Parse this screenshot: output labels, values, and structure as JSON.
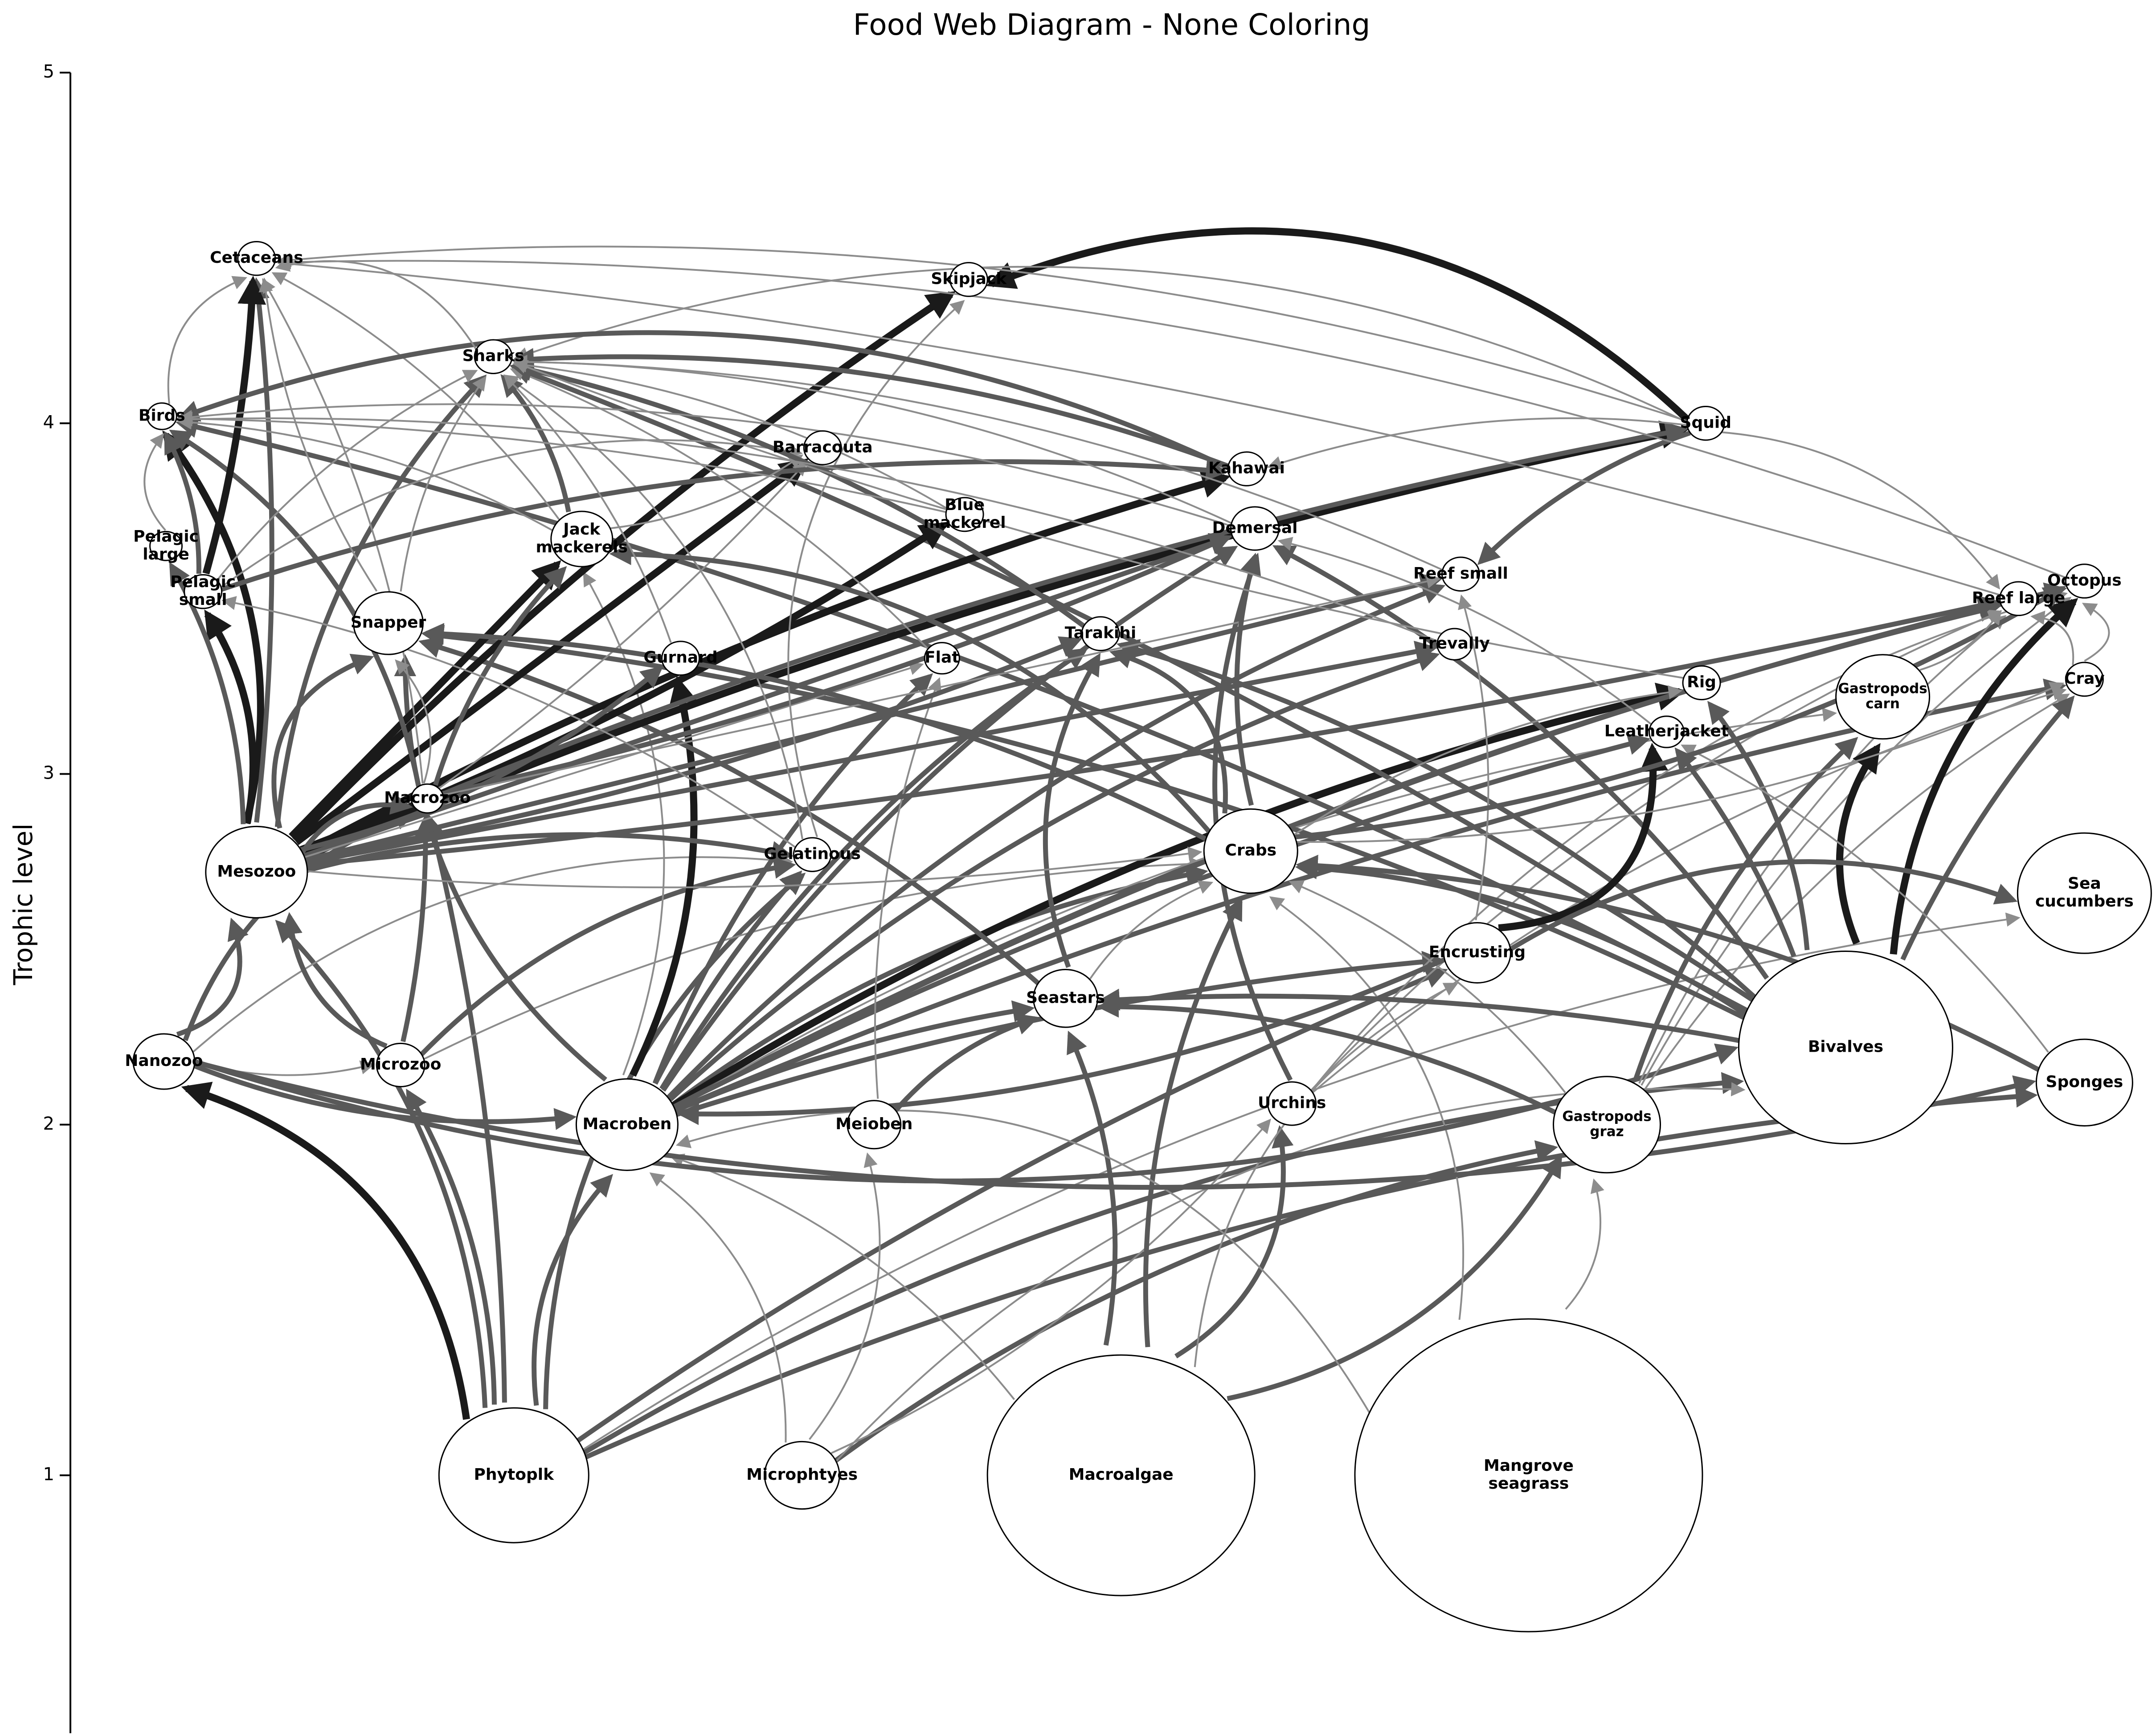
{
  "title": "Food Web Diagram - None Coloring",
  "y_axis": {
    "label": "Trophic level",
    "ticks": [
      "1",
      "2",
      "3",
      "4",
      "5"
    ],
    "tick_values": [
      1,
      2,
      3,
      4,
      5
    ],
    "range": [
      0.25,
      5
    ]
  },
  "edge_colors": {
    "heavy": "#1a1a1a",
    "medium": "#595959",
    "light": "#8c8c8c"
  },
  "nodes": [
    {
      "id": "phytoplk",
      "lines": [
        "Phytoplk"
      ],
      "tl": 1.0,
      "xpos": 0.215,
      "size": 0.56
    },
    {
      "id": "microphytes",
      "lines": [
        "Microphtyes"
      ],
      "tl": 1.0,
      "xpos": 0.355,
      "size": 0.28
    },
    {
      "id": "macroalgae",
      "lines": [
        "Macroalgae"
      ],
      "tl": 1.0,
      "xpos": 0.51,
      "size": 1.0
    },
    {
      "id": "mangrove",
      "lines": [
        "Mangrove",
        "seagrass"
      ],
      "tl": 1.0,
      "xpos": 0.708,
      "size": 1.3
    },
    {
      "id": "nanozoo",
      "lines": [
        "Nanozoo"
      ],
      "tl": 2.18,
      "xpos": 0.045,
      "size": 0.23
    },
    {
      "id": "microzoo",
      "lines": [
        "Microzoo"
      ],
      "tl": 2.17,
      "xpos": 0.16,
      "size": 0.18
    },
    {
      "id": "macroben",
      "lines": [
        "Macroben"
      ],
      "tl": 2.0,
      "xpos": 0.27,
      "size": 0.38
    },
    {
      "id": "meioben",
      "lines": [
        "Meioben"
      ],
      "tl": 2.0,
      "xpos": 0.39,
      "size": 0.2
    },
    {
      "id": "urchins",
      "lines": [
        "Urchins"
      ],
      "tl": 2.06,
      "xpos": 0.593,
      "size": 0.18
    },
    {
      "id": "gastro_graz",
      "lines": [
        "Gastropods",
        "graz"
      ],
      "tl": 2.0,
      "xpos": 0.746,
      "size": 0.4,
      "small": true
    },
    {
      "id": "bivalves",
      "lines": [
        "Bivalves"
      ],
      "tl": 2.22,
      "xpos": 0.862,
      "size": 0.8
    },
    {
      "id": "sponges",
      "lines": [
        "Sponges"
      ],
      "tl": 2.12,
      "xpos": 0.978,
      "size": 0.36,
      "small": false
    },
    {
      "id": "seastars",
      "lines": [
        "Seastars"
      ],
      "tl": 2.36,
      "xpos": 0.483,
      "size": 0.24
    },
    {
      "id": "encrusting",
      "lines": [
        "Encrusting"
      ],
      "tl": 2.49,
      "xpos": 0.683,
      "size": 0.25
    },
    {
      "id": "sea_cucumbers",
      "lines": [
        "Sea",
        "cucumbers"
      ],
      "tl": 2.66,
      "xpos": 0.978,
      "size": 0.5
    },
    {
      "id": "mesozoo",
      "lines": [
        "Mesozoo"
      ],
      "tl": 2.72,
      "xpos": 0.09,
      "size": 0.38
    },
    {
      "id": "gelatinous",
      "lines": [
        "Gelatinous"
      ],
      "tl": 2.77,
      "xpos": 0.36,
      "size": 0.14
    },
    {
      "id": "crabs",
      "lines": [
        "Crabs"
      ],
      "tl": 2.78,
      "xpos": 0.573,
      "size": 0.35
    },
    {
      "id": "macrozoo",
      "lines": [
        "Macrozoo"
      ],
      "tl": 2.93,
      "xpos": 0.173,
      "size": 0.12
    },
    {
      "id": "leatherjacket",
      "lines": [
        "Leatherjacket"
      ],
      "tl": 3.12,
      "xpos": 0.775,
      "size": 0.13
    },
    {
      "id": "gastro_carn",
      "lines": [
        "Gastropods",
        "carn"
      ],
      "tl": 3.22,
      "xpos": 0.88,
      "size": 0.35,
      "small": true
    },
    {
      "id": "rig",
      "lines": [
        "Rig"
      ],
      "tl": 3.26,
      "xpos": 0.792,
      "size": 0.14
    },
    {
      "id": "cray",
      "lines": [
        "Cray"
      ],
      "tl": 3.27,
      "xpos": 0.978,
      "size": 0.14
    },
    {
      "id": "gurnard",
      "lines": [
        "Gurnard"
      ],
      "tl": 3.33,
      "xpos": 0.296,
      "size": 0.14
    },
    {
      "id": "flat",
      "lines": [
        "Flat"
      ],
      "tl": 3.33,
      "xpos": 0.423,
      "size": 0.13
    },
    {
      "id": "trevally",
      "lines": [
        "Trevally"
      ],
      "tl": 3.37,
      "xpos": 0.672,
      "size": 0.13
    },
    {
      "id": "snapper",
      "lines": [
        "Snapper"
      ],
      "tl": 3.43,
      "xpos": 0.154,
      "size": 0.26
    },
    {
      "id": "tarakihi",
      "lines": [
        "Tarakihi"
      ],
      "tl": 3.4,
      "xpos": 0.5,
      "size": 0.14
    },
    {
      "id": "reef_large",
      "lines": [
        "Reef large"
      ],
      "tl": 3.5,
      "xpos": 0.946,
      "size": 0.14
    },
    {
      "id": "octopus",
      "lines": [
        "Octopus"
      ],
      "tl": 3.55,
      "xpos": 0.978,
      "size": 0.14
    },
    {
      "id": "pelagic_small",
      "lines": [
        "Pelagic",
        "small"
      ],
      "tl": 3.52,
      "xpos": 0.064,
      "size": 0.14
    },
    {
      "id": "pelagic_large",
      "lines": [
        "Pelagic",
        "large"
      ],
      "tl": 3.65,
      "xpos": 0.046,
      "size": 0.12
    },
    {
      "id": "reef_small",
      "lines": [
        "Reef small"
      ],
      "tl": 3.57,
      "xpos": 0.675,
      "size": 0.14
    },
    {
      "id": "jack_mackerels",
      "lines": [
        "Jack",
        "mackerels"
      ],
      "tl": 3.67,
      "xpos": 0.248,
      "size": 0.23
    },
    {
      "id": "demersal",
      "lines": [
        "Demersal"
      ],
      "tl": 3.7,
      "xpos": 0.575,
      "size": 0.18
    },
    {
      "id": "blue_mackerel",
      "lines": [
        "Blue",
        "mackerel"
      ],
      "tl": 3.74,
      "xpos": 0.434,
      "size": 0.14
    },
    {
      "id": "kahawai",
      "lines": [
        "Kahawai"
      ],
      "tl": 3.87,
      "xpos": 0.571,
      "size": 0.14
    },
    {
      "id": "barracouta",
      "lines": [
        "Barracouta"
      ],
      "tl": 3.93,
      "xpos": 0.365,
      "size": 0.14
    },
    {
      "id": "birds",
      "lines": [
        "Birds"
      ],
      "tl": 4.02,
      "xpos": 0.044,
      "size": 0.11
    },
    {
      "id": "squid",
      "lines": [
        "Squid"
      ],
      "tl": 4.0,
      "xpos": 0.794,
      "size": 0.14
    },
    {
      "id": "sharks",
      "lines": [
        "Sharks"
      ],
      "tl": 4.19,
      "xpos": 0.205,
      "size": 0.14
    },
    {
      "id": "skipjack",
      "lines": [
        "Skipjack"
      ],
      "tl": 4.41,
      "xpos": 0.436,
      "size": 0.14
    },
    {
      "id": "cetaceans",
      "lines": [
        "Cetaceans"
      ],
      "tl": 4.47,
      "xpos": 0.09,
      "size": 0.14
    }
  ],
  "edges": [
    [
      "phytoplk",
      "nanozoo",
      3,
      0.25
    ],
    [
      "phytoplk",
      "microzoo",
      2,
      0.1
    ],
    [
      "phytoplk",
      "mesozoo",
      2,
      0.15
    ],
    [
      "phytoplk",
      "macroben",
      2,
      -0.15
    ],
    [
      "phytoplk",
      "gelatinous",
      2,
      -0.2
    ],
    [
      "phytoplk",
      "bivalves",
      2,
      -0.1
    ],
    [
      "phytoplk",
      "sponges",
      2,
      -0.08
    ],
    [
      "phytoplk",
      "encrusting",
      2,
      -0.05
    ],
    [
      "phytoplk",
      "macrozoo",
      2,
      0.05
    ],
    [
      "phytoplk",
      "sea_cucumbers",
      1,
      -0.1
    ],
    [
      "microphytes",
      "macroben",
      1,
      0.2
    ],
    [
      "microphytes",
      "gastro_graz",
      2,
      -0.1
    ],
    [
      "microphytes",
      "urchins",
      1,
      0.1
    ],
    [
      "microphytes",
      "bivalves",
      1,
      -0.2
    ],
    [
      "microphytes",
      "meioben",
      1,
      0.2
    ],
    [
      "macroalgae",
      "urchins",
      2,
      0.2
    ],
    [
      "macroalgae",
      "gastro_graz",
      2,
      0.15
    ],
    [
      "macroalgae",
      "crabs",
      2,
      -0.1
    ],
    [
      "macroalgae",
      "seastars",
      2,
      0.1
    ],
    [
      "macroalgae",
      "macroben",
      1,
      0.1
    ],
    [
      "macroalgae",
      "encrusting",
      1,
      -0.2
    ],
    [
      "mangrove",
      "macroben",
      1,
      0.3
    ],
    [
      "mangrove",
      "crabs",
      1,
      0.2
    ],
    [
      "mangrove",
      "gastro_graz",
      1,
      0.1
    ],
    [
      "nanozoo",
      "mesozoo",
      2,
      0.3
    ],
    [
      "nanozoo",
      "microzoo",
      1,
      0.1
    ],
    [
      "nanozoo",
      "macrozoo",
      2,
      -0.2
    ],
    [
      "nanozoo",
      "gelatinous",
      1,
      -0.2
    ],
    [
      "nanozoo",
      "bivalves",
      2,
      0.15
    ],
    [
      "nanozoo",
      "macroben",
      2,
      0.1
    ],
    [
      "nanozoo",
      "sponges",
      2,
      0.12
    ],
    [
      "microzoo",
      "mesozoo",
      2,
      -0.2
    ],
    [
      "microzoo",
      "gelatinous",
      2,
      -0.15
    ],
    [
      "microzoo",
      "macrozoo",
      2,
      0.05
    ],
    [
      "microzoo",
      "crabs",
      1,
      -0.1
    ],
    [
      "macroben",
      "gurnard",
      3,
      0.15
    ],
    [
      "macroben",
      "flat",
      2,
      -0.1
    ],
    [
      "macroben",
      "tarakihi",
      2,
      -0.1
    ],
    [
      "macroben",
      "crabs",
      2,
      -0.1
    ],
    [
      "macroben",
      "seastars",
      2,
      -0.05
    ],
    [
      "macroben",
      "snapper",
      2,
      -0.2
    ],
    [
      "macroben",
      "demersal",
      2,
      -0.1
    ],
    [
      "macroben",
      "reef_small",
      2,
      -0.1
    ],
    [
      "macroben",
      "rig",
      3,
      -0.08
    ],
    [
      "macroben",
      "trevally",
      2,
      -0.1
    ],
    [
      "macroben",
      "octopus",
      2,
      -0.06
    ],
    [
      "macroben",
      "reef_large",
      2,
      -0.06
    ],
    [
      "macroben",
      "cray",
      2,
      -0.05
    ],
    [
      "macroben",
      "gastro_carn",
      1,
      -0.1
    ],
    [
      "macroben",
      "leatherjacket",
      2,
      -0.05
    ],
    [
      "macroben",
      "gelatinous",
      2,
      -0.05
    ],
    [
      "macroben",
      "jack_mackerels",
      1,
      0.2
    ],
    [
      "macroben",
      "encrusting",
      2,
      -0.05
    ],
    [
      "meioben",
      "seastars",
      2,
      -0.1
    ],
    [
      "meioben",
      "flat",
      1,
      -0.1
    ],
    [
      "urchins",
      "demersal",
      2,
      -0.2
    ],
    [
      "urchins",
      "reef_large",
      1,
      -0.1
    ],
    [
      "urchins",
      "cray",
      1,
      -0.1
    ],
    [
      "urchins",
      "octopus",
      1,
      -0.15
    ],
    [
      "gastro_graz",
      "gastro_carn",
      2,
      -0.1
    ],
    [
      "gastro_graz",
      "octopus",
      1,
      -0.1
    ],
    [
      "gastro_graz",
      "cray",
      1,
      -0.1
    ],
    [
      "gastro_graz",
      "seastars",
      2,
      0.1
    ],
    [
      "gastro_graz",
      "reef_large",
      1,
      -0.1
    ],
    [
      "gastro_graz",
      "crabs",
      1,
      0.1
    ],
    [
      "bivalves",
      "gastro_carn",
      3,
      -0.15
    ],
    [
      "bivalves",
      "octopus",
      3,
      -0.15
    ],
    [
      "bivalves",
      "seastars",
      2,
      0.05
    ],
    [
      "bivalves",
      "crabs",
      2,
      0.1
    ],
    [
      "bivalves",
      "rig",
      2,
      0.1
    ],
    [
      "bivalves",
      "snapper",
      2,
      0.08
    ],
    [
      "bivalves",
      "cray",
      2,
      -0.05
    ],
    [
      "bivalves",
      "tarakihi",
      2,
      0.1
    ],
    [
      "bivalves",
      "demersal",
      2,
      0.1
    ],
    [
      "bivalves",
      "sharks",
      2,
      0.05
    ],
    [
      "bivalves",
      "leatherjacket",
      2,
      0.05
    ],
    [
      "bivalves",
      "birds",
      2,
      0.06
    ],
    [
      "sponges",
      "leatherjacket",
      1,
      0.1
    ],
    [
      "sponges",
      "crabs",
      2,
      0.1
    ],
    [
      "seastars",
      "tarakihi",
      2,
      -0.2
    ],
    [
      "seastars",
      "snapper",
      2,
      0.1
    ],
    [
      "seastars",
      "crabs",
      1,
      -0.1
    ],
    [
      "encrusting",
      "leatherjacket",
      3,
      0.4
    ],
    [
      "encrusting",
      "reef_small",
      1,
      0.1
    ],
    [
      "encrusting",
      "macroben",
      2,
      -0.1
    ],
    [
      "encrusting",
      "sea_cucumbers",
      2,
      -0.2
    ],
    [
      "mesozoo",
      "birds",
      3,
      0.2
    ],
    [
      "mesozoo",
      "pelagic_small",
      3,
      0.15
    ],
    [
      "mesozoo",
      "pelagic_large",
      2,
      0.1
    ],
    [
      "mesozoo",
      "cetaceans",
      2,
      0.05
    ],
    [
      "mesozoo",
      "jack_mackerels",
      3,
      0.0
    ],
    [
      "mesozoo",
      "blue_mackerel",
      3,
      0.05
    ],
    [
      "mesozoo",
      "skipjack",
      3,
      -0.05
    ],
    [
      "mesozoo",
      "barracouta",
      3,
      0.0
    ],
    [
      "mesozoo",
      "kahawai",
      3,
      -0.05
    ],
    [
      "mesozoo",
      "squid",
      3,
      -0.05
    ],
    [
      "mesozoo",
      "sharks",
      2,
      -0.15
    ],
    [
      "mesozoo",
      "demersal",
      2,
      0.0
    ],
    [
      "mesozoo",
      "reef_small",
      2,
      0.0
    ],
    [
      "mesozoo",
      "trevally",
      2,
      0.0
    ],
    [
      "mesozoo",
      "gurnard",
      2,
      0.1
    ],
    [
      "mesozoo",
      "tarakihi",
      2,
      0.05
    ],
    [
      "mesozoo",
      "snapper",
      2,
      -0.3
    ],
    [
      "mesozoo",
      "reef_large",
      2,
      0.03
    ],
    [
      "mesozoo",
      "gelatinous",
      2,
      -0.1
    ],
    [
      "mesozoo",
      "crabs",
      1,
      0.05
    ],
    [
      "mesozoo",
      "macrozoo",
      2,
      -0.2
    ],
    [
      "mesozoo",
      "flat",
      1,
      0.0
    ],
    [
      "macrozoo",
      "jack_mackerels",
      2,
      -0.1
    ],
    [
      "macrozoo",
      "squid",
      2,
      -0.05
    ],
    [
      "macrozoo",
      "snapper",
      1,
      0.2
    ],
    [
      "macrozoo",
      "barracouta",
      1,
      0.05
    ],
    [
      "macrozoo",
      "birds",
      2,
      0.2
    ],
    [
      "macrozoo",
      "demersal",
      2,
      0.05
    ],
    [
      "macrozoo",
      "reef_small",
      1,
      0.0
    ],
    [
      "macrozoo",
      "cetaceans",
      1,
      0.1
    ],
    [
      "gelatinous",
      "sharks",
      1,
      0.2
    ],
    [
      "gelatinous",
      "skipjack",
      1,
      -0.3
    ],
    [
      "gelatinous",
      "pelagic_small",
      1,
      0.1
    ],
    [
      "crabs",
      "octopus",
      2,
      0.1
    ],
    [
      "crabs",
      "snapper",
      2,
      0.1
    ],
    [
      "crabs",
      "tarakihi",
      2,
      0.3
    ],
    [
      "crabs",
      "rig",
      1,
      -0.1
    ],
    [
      "crabs",
      "cray",
      1,
      0.1
    ],
    [
      "crabs",
      "demersal",
      2,
      -0.1
    ],
    [
      "crabs",
      "jack_mackerels",
      2,
      0.2
    ],
    [
      "squid",
      "skipjack",
      3,
      0.3
    ],
    [
      "squid",
      "sharks",
      1,
      0.2
    ],
    [
      "squid",
      "cetaceans",
      1,
      0.1
    ],
    [
      "squid",
      "kahawai",
      1,
      0.1
    ],
    [
      "squid",
      "reef_large",
      1,
      -0.2
    ],
    [
      "squid",
      "reef_small",
      2,
      0.1
    ],
    [
      "pelagic_small",
      "birds",
      2,
      0.1
    ],
    [
      "pelagic_small",
      "cetaceans",
      3,
      0.05
    ],
    [
      "pelagic_small",
      "sharks",
      1,
      -0.1
    ],
    [
      "pelagic_small",
      "kahawai",
      2,
      -0.1
    ],
    [
      "pelagic_small",
      "barracouta",
      1,
      -0.2
    ],
    [
      "jack_mackerels",
      "sharks",
      2,
      0.1
    ],
    [
      "jack_mackerels",
      "cetaceans",
      1,
      0.1
    ],
    [
      "jack_mackerels",
      "birds",
      1,
      0.1
    ],
    [
      "jack_mackerels",
      "barracouta",
      1,
      0.1
    ],
    [
      "kahawai",
      "sharks",
      2,
      0.1
    ],
    [
      "kahawai",
      "birds",
      2,
      0.2
    ],
    [
      "snapper",
      "sharks",
      1,
      -0.1
    ],
    [
      "snapper",
      "cetaceans",
      1,
      -0.1
    ],
    [
      "gurnard",
      "sharks",
      1,
      0.1
    ],
    [
      "flat",
      "sharks",
      1,
      0.1
    ],
    [
      "tarakihi",
      "sharks",
      2,
      0.1
    ],
    [
      "demersal",
      "sharks",
      1,
      0.1
    ],
    [
      "demersal",
      "birds",
      1,
      0.1
    ],
    [
      "reef_small",
      "sharks",
      1,
      0.1
    ],
    [
      "trevally",
      "birds",
      1,
      0.1
    ],
    [
      "blue_mackerel",
      "sharks",
      1,
      0.1
    ],
    [
      "blue_mackerel",
      "birds",
      1,
      0.05
    ],
    [
      "octopus",
      "cetaceans",
      1,
      0.1
    ],
    [
      "cray",
      "reef_large",
      1,
      0.3
    ],
    [
      "cray",
      "octopus",
      1,
      0.5
    ],
    [
      "reef_large",
      "cetaceans",
      1,
      0.05
    ],
    [
      "rig",
      "sharks",
      1,
      -0.05
    ],
    [
      "leatherjacket",
      "demersal",
      1,
      0.1
    ],
    [
      "gastro_carn",
      "reef_large",
      1,
      0.1
    ],
    [
      "pelagic_large",
      "birds",
      1,
      -0.3
    ],
    [
      "birds",
      "cetaceans",
      1,
      -0.3
    ],
    [
      "sharks",
      "cetaceans",
      1,
      0.3
    ]
  ]
}
